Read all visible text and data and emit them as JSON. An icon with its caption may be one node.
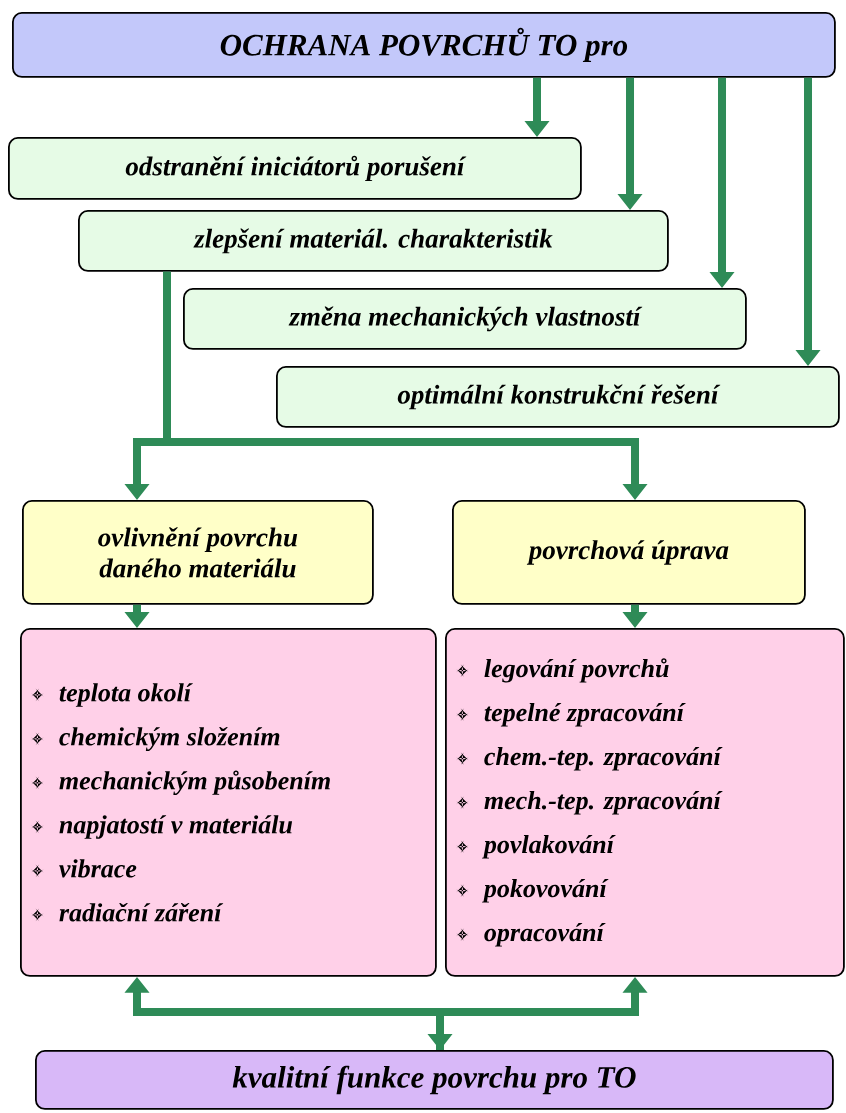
{
  "diagram": {
    "nodes": [
      {
        "text": [
          "OCHRANA POVRCHŮ TO pro"
        ]
      },
      {
        "text": [
          "odstranění iniciátorů porušení"
        ]
      },
      {
        "text": [
          "zlepšení materiál. charakteristik"
        ]
      },
      {
        "text": [
          "změna mechanických vlastností"
        ]
      },
      {
        "text": [
          "optimální konstrukční řešení"
        ]
      },
      {
        "text": [
          "ovlivnění povrchu daného materiálu"
        ]
      },
      {
        "text": [
          "povrchová úprava"
        ]
      },
      {
        "text": [
          "teplota okolí",
          "chemickým složením",
          "mechanickým působením",
          "napjatostí v materiálu",
          "vibrace",
          "radiační záření"
        ]
      },
      {
        "text": [
          "legování povrchů",
          "tepelné zpracování",
          "chem.-tep. zpracování",
          "mech.-tep. zpracování",
          "povlakování",
          "pokovování",
          "opracování"
        ]
      },
      {
        "text": [
          "kvalitní funkce povrchu pro TO"
        ]
      }
    ],
    "edges": [
      {
        "from": 0,
        "to": 1,
        "arrow": "to"
      },
      {
        "from": 0,
        "to": 2,
        "arrow": "to"
      },
      {
        "from": 0,
        "to": 3,
        "arrow": "to"
      },
      {
        "from": 0,
        "to": 4,
        "arrow": "to"
      },
      {
        "from": 2,
        "to": 5,
        "arrow": "to"
      },
      {
        "from": 2,
        "to": 6,
        "arrow": "to"
      },
      {
        "from": 5,
        "to": 7,
        "arrow": "to"
      },
      {
        "from": 6,
        "to": 8,
        "arrow": "to"
      },
      {
        "from": 9,
        "to": 7,
        "arrow": "both"
      },
      {
        "from": 9,
        "to": 8,
        "arrow": "to"
      }
    ]
  }
}
